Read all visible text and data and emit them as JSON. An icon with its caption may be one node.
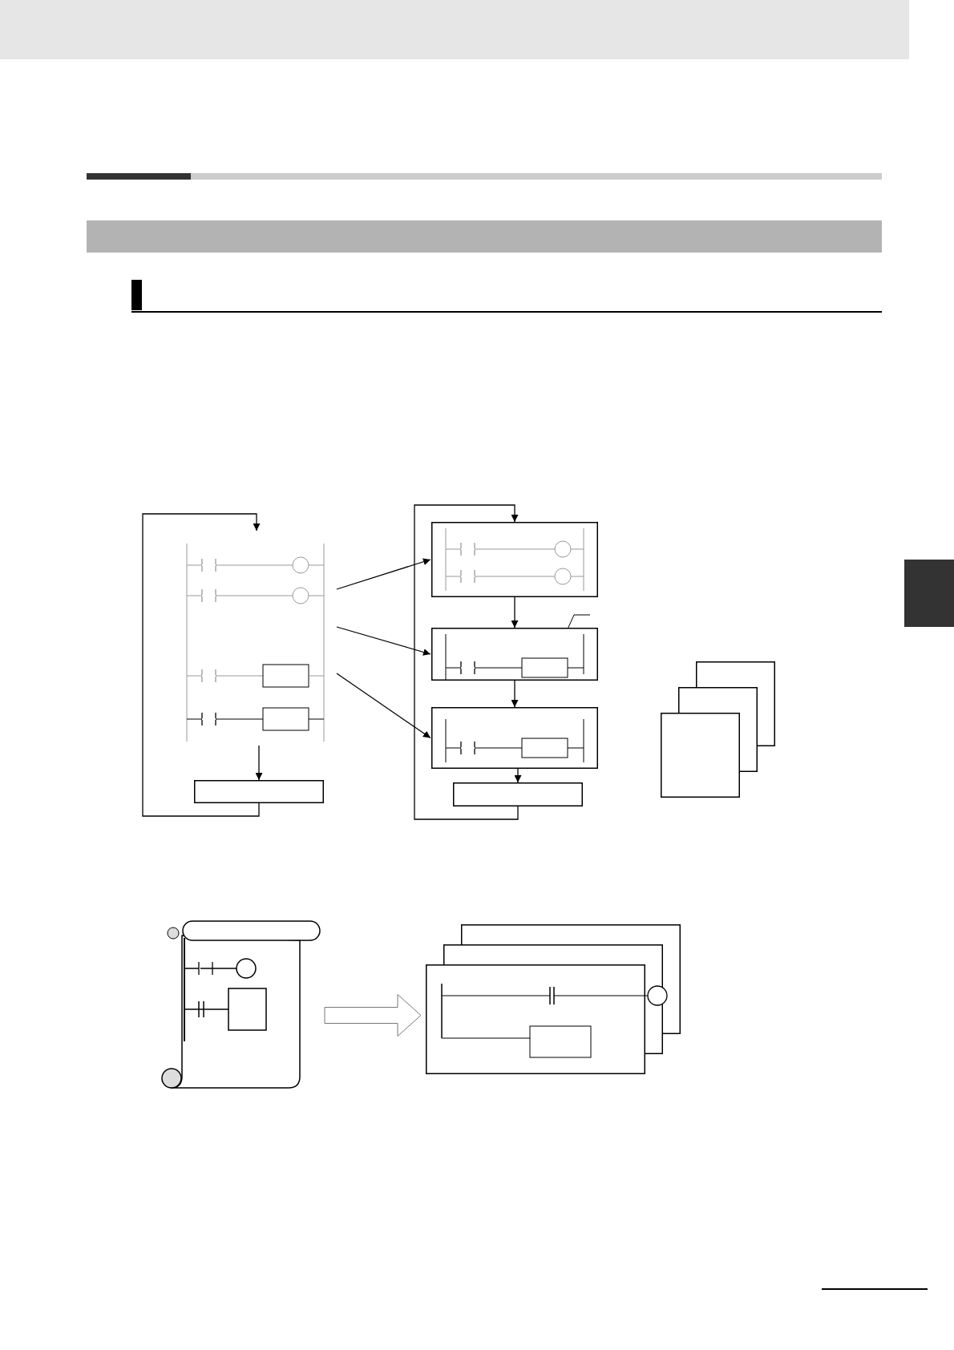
{
  "diagram": {
    "nodes": [
      {
        "text": [],
        "shape": "ladder"
      },
      {
        "text": [],
        "shape": "box"
      },
      {
        "text": [],
        "shape": "box"
      },
      {
        "text": [],
        "shape": "box"
      },
      {
        "text": [],
        "shape": "box"
      },
      {
        "text": [],
        "shape": "box"
      },
      {
        "text": [],
        "shape": "stack"
      },
      {
        "text": [],
        "shape": "scroll"
      },
      {
        "text": [],
        "shape": "stack"
      },
      {
        "text": [],
        "shape": "band"
      },
      {
        "text": [],
        "shape": "tab"
      }
    ],
    "edges": [
      {
        "from": 0,
        "to": 1,
        "arrow": "to"
      },
      {
        "from": 1,
        "to": 0,
        "arrow": "to"
      },
      {
        "from": 0,
        "to": 2,
        "arrow": "to"
      },
      {
        "from": 0,
        "to": 3,
        "arrow": "to"
      },
      {
        "from": 0,
        "to": 4,
        "arrow": "to"
      },
      {
        "from": 2,
        "to": 3,
        "arrow": "to"
      },
      {
        "from": 3,
        "to": 4,
        "arrow": "to"
      },
      {
        "from": 4,
        "to": 5,
        "arrow": "to"
      },
      {
        "from": 5,
        "to": 2,
        "arrow": "to"
      },
      {
        "from": null,
        "to": 3,
        "arrow": "none"
      },
      {
        "from": 7,
        "to": 8,
        "arrow": "to",
        "style": "thick"
      }
    ]
  }
}
